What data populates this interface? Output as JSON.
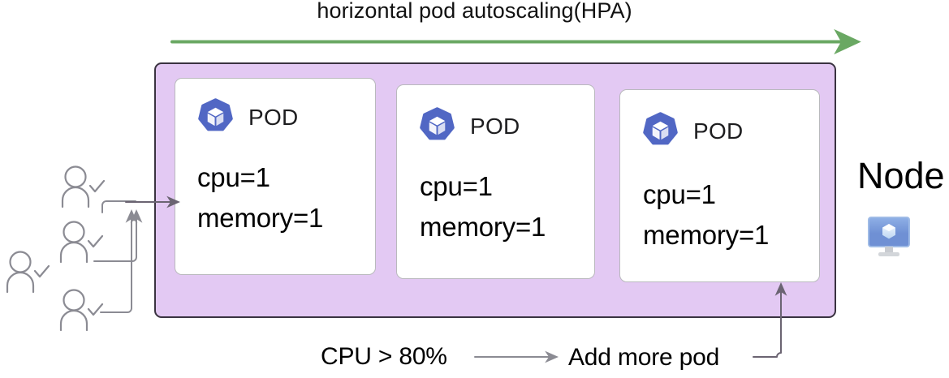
{
  "diagram": {
    "title": "horizontal pod autoscaling(HPA)",
    "top_arrow": {
      "name": "hpa-scaling-arrow",
      "color": "#6aa863",
      "direction": "right"
    },
    "container": {
      "name": "node-container",
      "fill": "#e3c9f3",
      "border": "#3a3340"
    },
    "pods": [
      {
        "label": "POD",
        "icon": "kubernetes-icon",
        "cpu": "cpu=1",
        "memory": "memory=1"
      },
      {
        "label": "POD",
        "icon": "kubernetes-icon",
        "cpu": "cpu=1",
        "memory": "memory=1"
      },
      {
        "label": "POD",
        "icon": "kubernetes-icon",
        "cpu": "cpu=1",
        "memory": "memory=1"
      }
    ],
    "node": {
      "label": "Node",
      "icon": "monitor-icon",
      "icon_color": "#7a9bd8"
    },
    "users": [
      {
        "icon": "user-check-icon"
      },
      {
        "icon": "user-check-icon"
      },
      {
        "icon": "user-check-icon"
      },
      {
        "icon": "user-check-icon"
      }
    ],
    "flow": {
      "trigger": "CPU > 80%",
      "action": "Add more pod",
      "arrow_color": "#6b6472"
    }
  }
}
